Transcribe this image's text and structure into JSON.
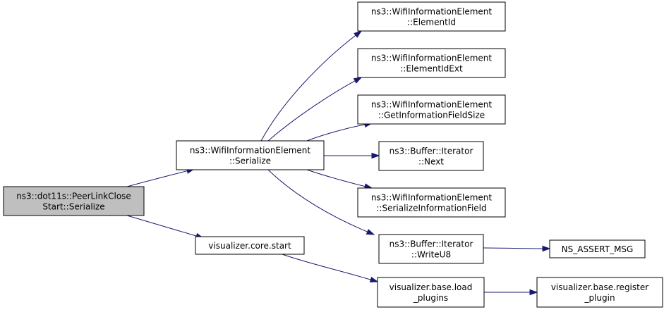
{
  "diagram": {
    "type": "call-graph",
    "colors": {
      "edge": "#191970",
      "node_border": "#000000",
      "node_fill": "#ffffff",
      "current_node_fill": "#bfbfbf",
      "text": "#000000"
    },
    "nodes": [
      {
        "id": "peerlinkclose",
        "lines": [
          "ns3::dot11s::PeerLinkClose",
          "Start::Serialize"
        ],
        "current": true
      },
      {
        "id": "wie_serialize",
        "lines": [
          "ns3::WifiInformationElement",
          "::Serialize"
        ]
      },
      {
        "id": "viz_core_start",
        "lines": [
          "visualizer.core.start"
        ]
      },
      {
        "id": "wie_elementid",
        "lines": [
          "ns3::WifiInformationElement",
          "::ElementId"
        ]
      },
      {
        "id": "wie_elementidext",
        "lines": [
          "ns3::WifiInformationElement",
          "::ElementIdExt"
        ]
      },
      {
        "id": "wie_getinfofieldsize",
        "lines": [
          "ns3::WifiInformationElement",
          "::GetInformationFieldSize"
        ]
      },
      {
        "id": "buffer_next",
        "lines": [
          "ns3::Buffer::Iterator",
          "::Next"
        ]
      },
      {
        "id": "wie_serializeinfofield",
        "lines": [
          "ns3::WifiInformationElement",
          "::SerializeInformationField"
        ]
      },
      {
        "id": "buffer_writeu8",
        "lines": [
          "ns3::Buffer::Iterator",
          "::WriteU8"
        ]
      },
      {
        "id": "ns_assert_msg",
        "lines": [
          "NS_ASSERT_MSG"
        ]
      },
      {
        "id": "viz_base_load_plugins",
        "lines": [
          "visualizer.base.load",
          "_plugins"
        ]
      },
      {
        "id": "viz_base_register_plugin",
        "lines": [
          "visualizer.base.register",
          "_plugin"
        ]
      }
    ],
    "edges": [
      {
        "from": "peerlinkclose",
        "to": "wie_serialize"
      },
      {
        "from": "peerlinkclose",
        "to": "viz_core_start"
      },
      {
        "from": "wie_serialize",
        "to": "wie_elementid"
      },
      {
        "from": "wie_serialize",
        "to": "wie_elementidext"
      },
      {
        "from": "wie_serialize",
        "to": "wie_getinfofieldsize"
      },
      {
        "from": "wie_serialize",
        "to": "buffer_next"
      },
      {
        "from": "wie_serialize",
        "to": "wie_serializeinfofield"
      },
      {
        "from": "wie_serialize",
        "to": "buffer_writeu8"
      },
      {
        "from": "buffer_writeu8",
        "to": "ns_assert_msg"
      },
      {
        "from": "viz_core_start",
        "to": "viz_base_load_plugins"
      },
      {
        "from": "viz_base_load_plugins",
        "to": "viz_base_register_plugin"
      }
    ]
  }
}
